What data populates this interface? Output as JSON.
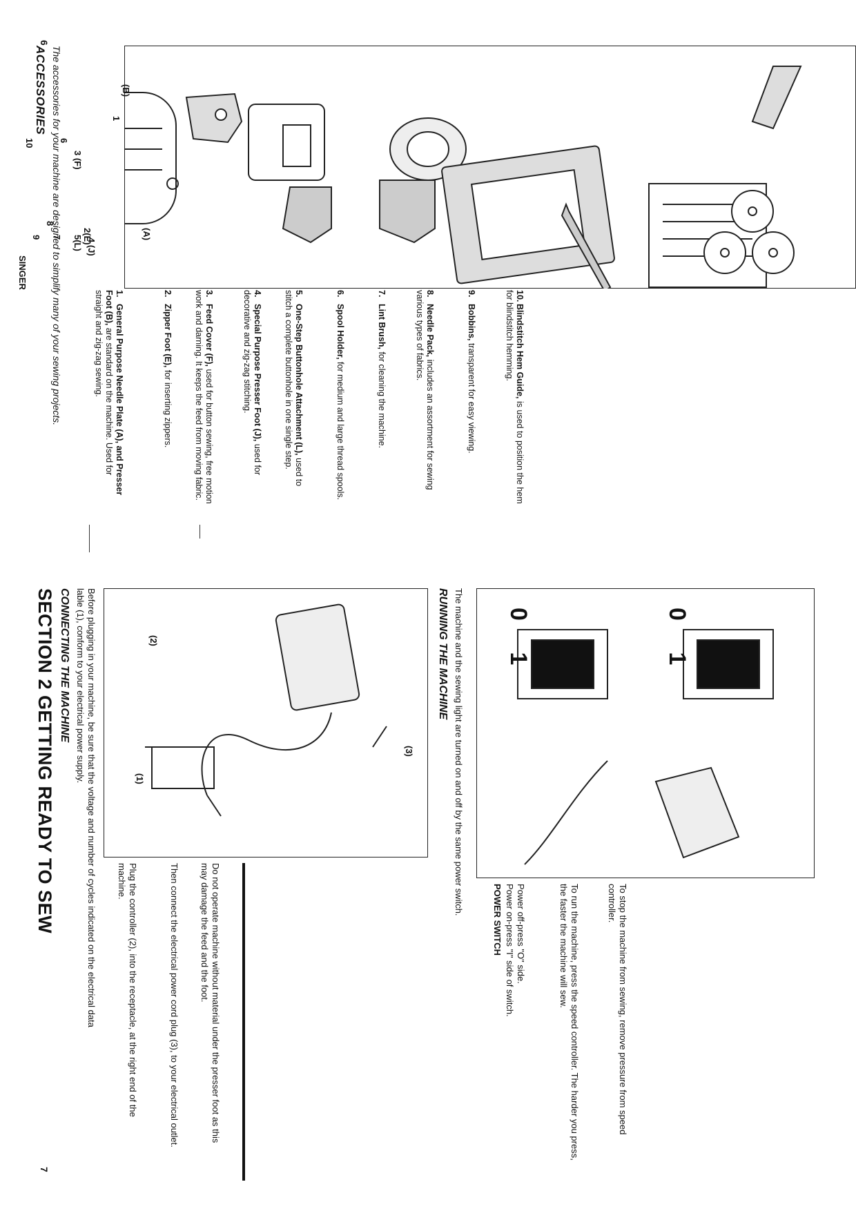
{
  "left_page": {
    "page_number": "6",
    "title": "ACCESSORIES",
    "subtitle": "The accessories for your machine are designed to simplify many of your sewing projects.",
    "figure_labels": [
      "(B)",
      "1",
      "(A)",
      "3 (F)",
      "2(E)",
      "4 (J)",
      "5(L)",
      "6",
      "7",
      "8",
      "9",
      "10"
    ],
    "needle_pack_brand": "SINGER",
    "items": [
      {
        "num": "1.",
        "name": "General Purpose Needle Plate (A),",
        "rest_bold": "and Presser Foot (B),",
        "text": "are standard on the machine. Used for straight and zig-zag sewing."
      },
      {
        "num": "2.",
        "name": "Zipper Foot (E),",
        "rest_bold": "",
        "text": "for inserting zippers."
      },
      {
        "num": "3.",
        "name": "Feed Cover (F),",
        "rest_bold": "",
        "text": "used for button sewing, free motion work and darning. It keeps the feed from moving fabric."
      },
      {
        "num": "4.",
        "name": "Special Purpose Presser Foot (J),",
        "rest_bold": "",
        "text": "used for decorative and zig-zag stitching."
      },
      {
        "num": "5.",
        "name": "One-Step Buttonhole Attachment (L),",
        "rest_bold": "",
        "text": "used to stitch a complete buttonhole in one single step."
      },
      {
        "num": "6.",
        "name": "Spool Holder,",
        "rest_bold": "",
        "text": "for medium and large thread spools."
      },
      {
        "num": "7.",
        "name": "Lint Brush,",
        "rest_bold": "",
        "text": "for cleaning the machine."
      },
      {
        "num": "8.",
        "name": "Needle Pack,",
        "rest_bold": "",
        "text": "includes an assortment for sewing various types of fabrics."
      },
      {
        "num": "9.",
        "name": "Bobbins,",
        "rest_bold": "",
        "text": "transparent for easy viewing."
      },
      {
        "num": "10.",
        "name": "Blindstitch Hem Guide,",
        "rest_bold": "",
        "text": "is used to position the hem for blindstitch hemming."
      }
    ]
  },
  "right_page": {
    "page_number": "7",
    "section_title": "SECTION 2 GETTING READY TO SEW",
    "connecting_title": "CONNECTING THE MACHINE",
    "connecting_intro": "Before plugging in your machine, be sure that the voltage and number of cycles indicated on the electrical data lable (1), conform to your electrical power supply.",
    "fig1_labels": [
      "(2)",
      "(1)",
      "(3)"
    ],
    "plug_controller": "Plug the controller (2), into the receptacle, at the right end of the machine.",
    "then_connect": "Then connect the electrical power cord plug (3), to your electrical outlet.",
    "warning": "Do not operate machine without material under the presser foot as this may damage the feed and the foot.",
    "running_title": "RUNNING THE MACHINE",
    "running_intro": "The machine and the sewing light are turned on and off by the same power switch.",
    "switch_labels": [
      "0 1",
      "0 1"
    ],
    "power_switch_title": "POWER SWITCH",
    "power_on": "Power on-press \"I\" side of switch.",
    "power_off": "Power off-press \"O\" side.",
    "to_run": "To run the machine, press the speed controller. The harder you press, the faster the machine will sew.",
    "to_stop": "To stop the machine from sewing, remove pressure from speed controller."
  }
}
